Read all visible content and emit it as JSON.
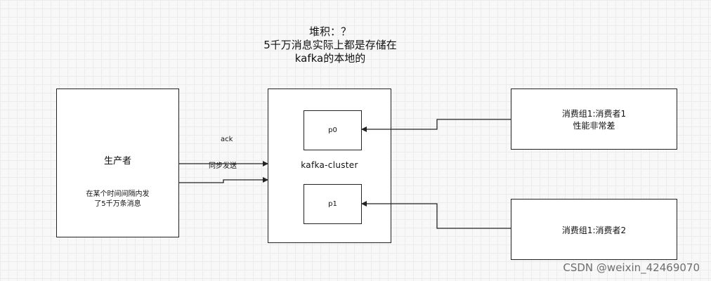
{
  "note": {
    "line1": "堆积：？",
    "line2": "5千万消息实际上都是存储在",
    "line3": "kafka的本地的"
  },
  "producer": {
    "title": "生产者",
    "desc_line1": "在某个时间间隔内发",
    "desc_line2": "了5千万条消息"
  },
  "cluster": {
    "title": "kafka-cluster",
    "partitions": [
      {
        "label": "p0"
      },
      {
        "label": "p1"
      }
    ]
  },
  "consumers": [
    {
      "line1": "消费组1:消费者1",
      "line2": "性能非常差"
    },
    {
      "line1": "消费组1:消费者2"
    }
  ],
  "edges": {
    "ack_label": "ack",
    "sync_label": "同步发送"
  },
  "watermark": "CSDN @weixin_42469070"
}
